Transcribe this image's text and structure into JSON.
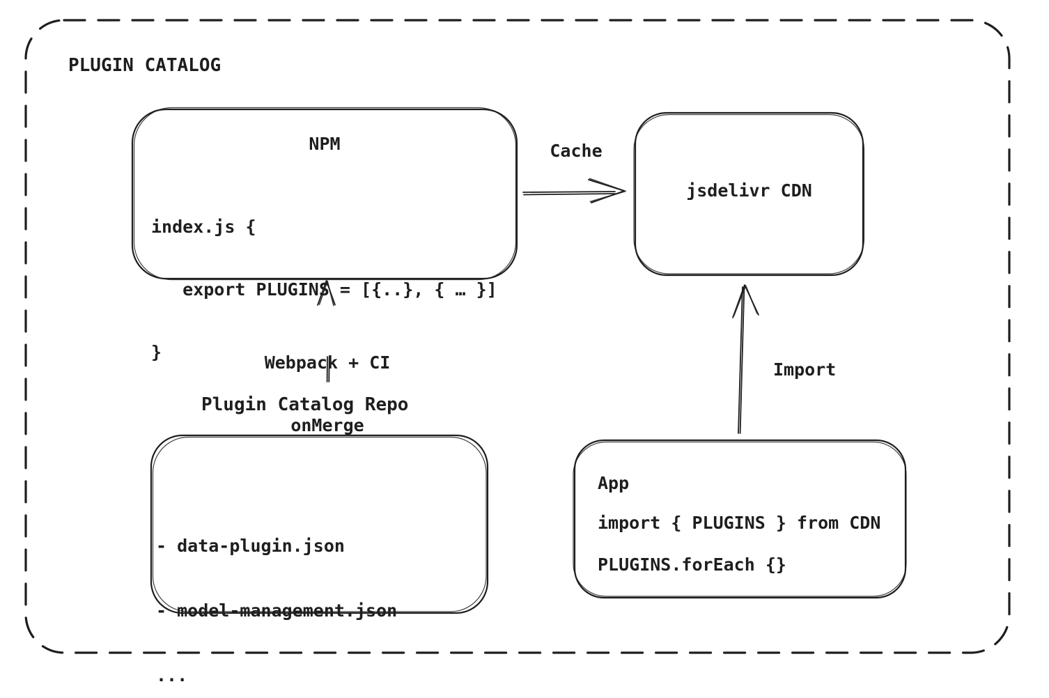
{
  "canvas": {
    "title": "PLUGIN CATALOG",
    "background": "#ffffff",
    "stroke_color": "#1e1e1e"
  },
  "nodes": {
    "npm": {
      "title": "NPM",
      "code": [
        "index.js {",
        "   export PLUGINS = [{..}, { … }]",
        "}"
      ]
    },
    "cdn": {
      "title": "jsdelivr CDN"
    },
    "repo": {
      "title": "Plugin Catalog Repo",
      "files": [
        "- data-plugin.json",
        "- model-management.json",
        "..."
      ]
    },
    "app": {
      "title": "App",
      "code": [
        "import { PLUGINS } from CDN",
        "PLUGINS.forEach {}"
      ]
    }
  },
  "edges": {
    "cache": {
      "label": "Cache",
      "from": "npm",
      "to": "cdn"
    },
    "build": {
      "label_lines": [
        "Webpack + CI",
        "onMerge"
      ],
      "from": "repo",
      "to": "npm"
    },
    "import": {
      "label": "Import",
      "from": "app",
      "to": "cdn"
    }
  }
}
